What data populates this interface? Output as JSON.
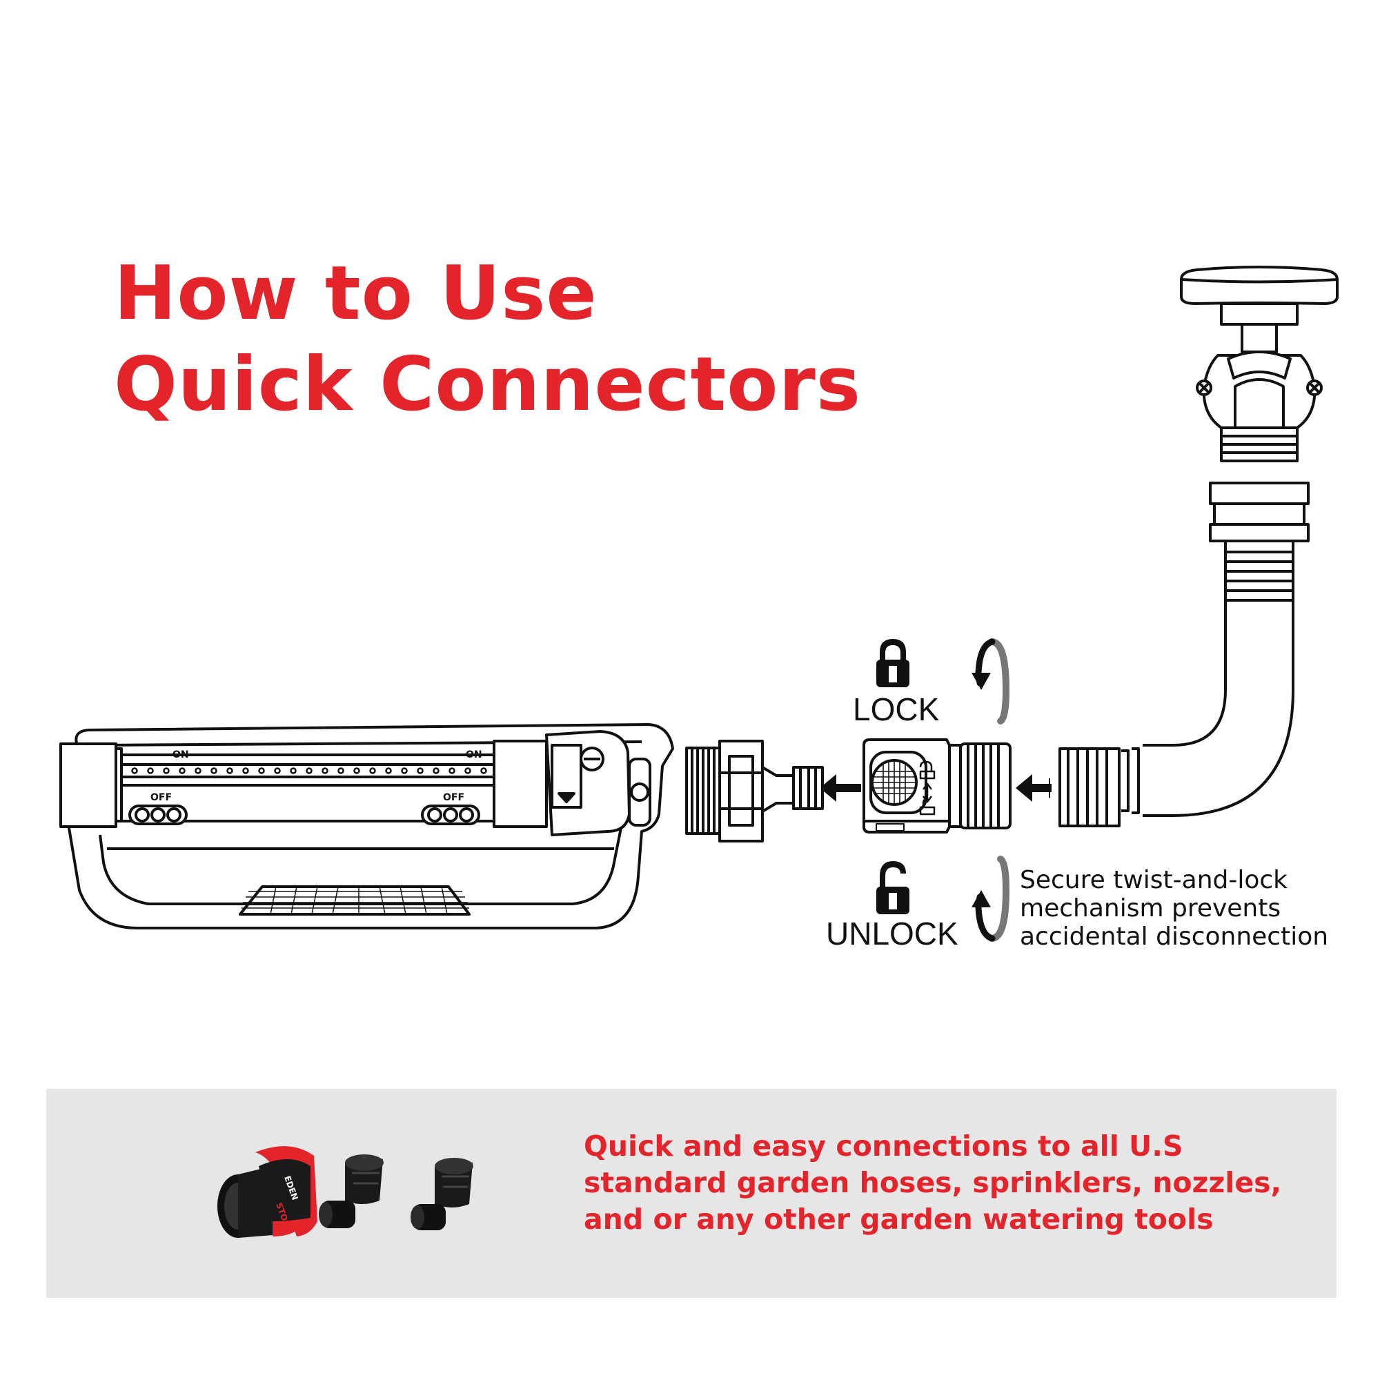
{
  "title": {
    "line1": "How to Use",
    "line2": "Quick Connectors"
  },
  "lock_label": "LOCK",
  "unlock_label": "UNLOCK",
  "sprinkler_markings": {
    "on": "ON",
    "off": "OFF"
  },
  "description": {
    "line1": "Secure twist-and-lock",
    "line2": "mechanism prevents",
    "line3": "accidental disconnection"
  },
  "band": {
    "line1": "Quick and easy connections to all U.S",
    "line2": "standard garden hoses, sprinklers, nozzles,",
    "line3": "and or any other garden watering tools"
  },
  "product_markings": {
    "brand": "EDEN",
    "stop": "STOP"
  },
  "colors": {
    "accent": "#e3242b",
    "band": "#e6e6e6",
    "line": "#111111"
  },
  "icons": [
    "faucet-icon",
    "hose-icon",
    "sprinkler-icon",
    "lock-icon",
    "unlock-icon",
    "rotate-arrow-icon",
    "push-arrow-icon"
  ]
}
